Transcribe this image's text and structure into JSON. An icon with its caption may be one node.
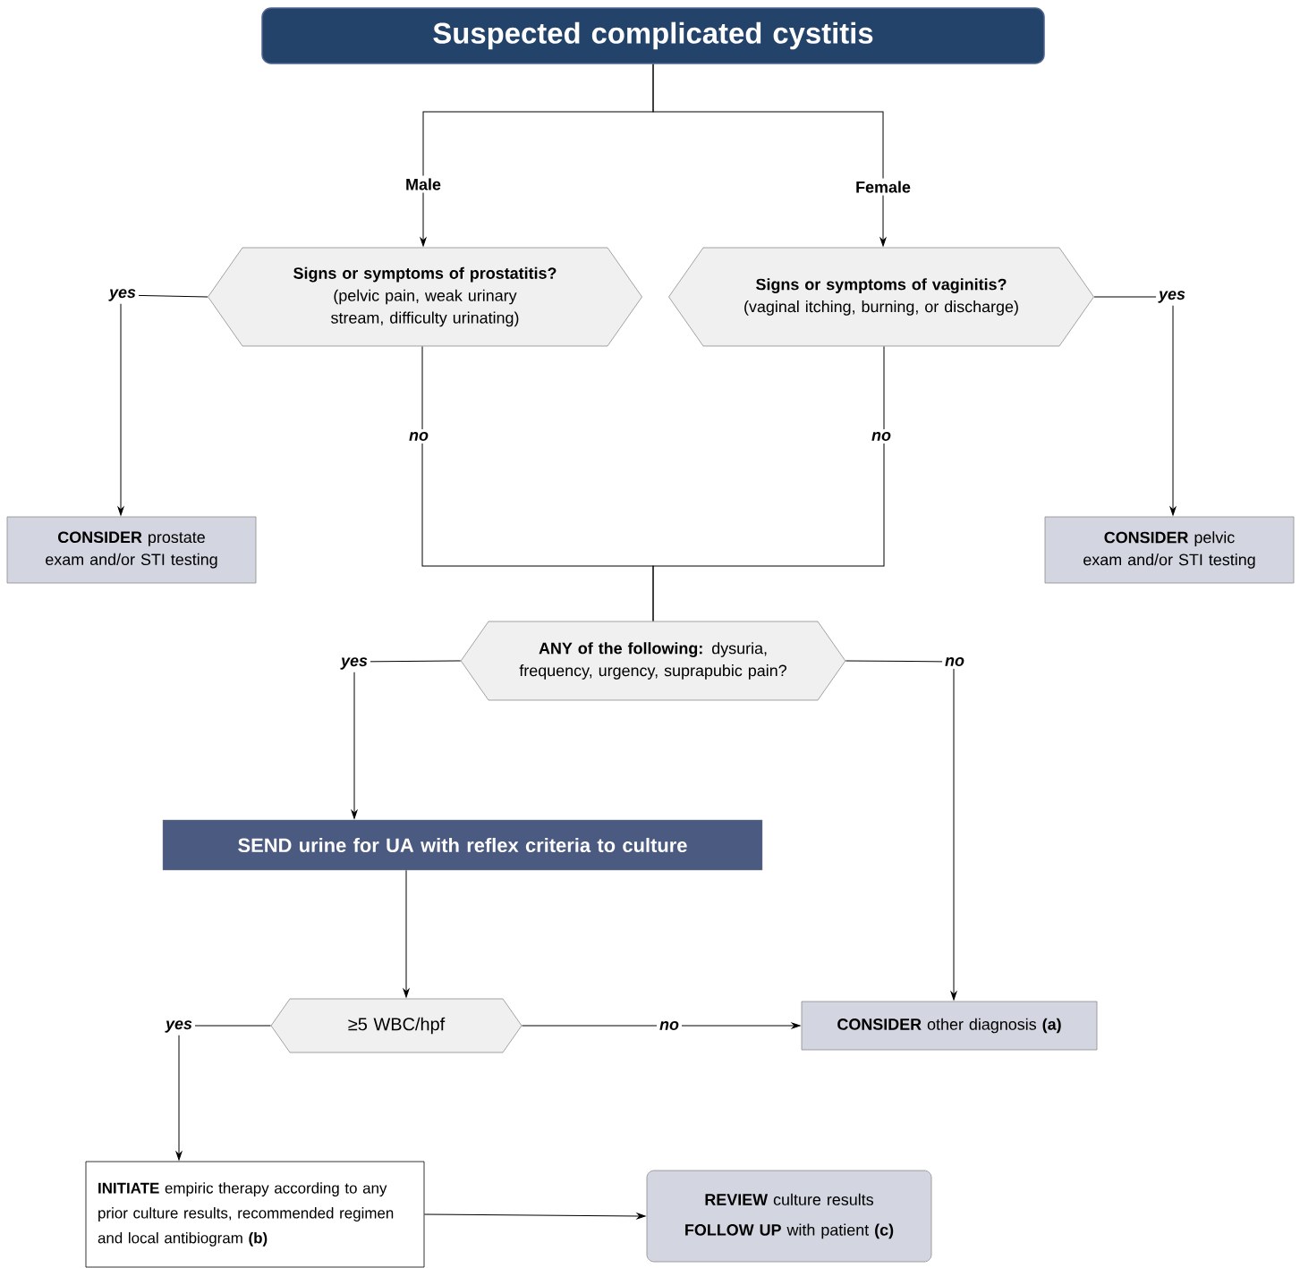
{
  "diagram": {
    "nodes": [
      {
        "text": [
          "Suspected complicated cystitis"
        ]
      },
      {
        "text": [
          "Signs or symptoms of prostatitis?",
          "(pelvic pain, weak urinary stream, difficulty urinating)"
        ]
      },
      {
        "text": [
          "Signs or symptoms of vaginitis?",
          "(vaginal itching, burning, or discharge)"
        ]
      },
      {
        "text": [
          "**CONSIDER** prostate exam and/or STI testing"
        ]
      },
      {
        "text": [
          "**CONSIDER** pelvic exam and/or STI testing"
        ]
      },
      {
        "text": [
          "**ANY of the following:** dysuria, frequency, urgency, suprapubic pain?"
        ]
      },
      {
        "text": [
          "SEND urine for UA with reflex criteria to culture"
        ]
      },
      {
        "text": [
          "≥5 WBC/hpf"
        ]
      },
      {
        "text": [
          "**CONSIDER** other diagnosis **(a)**"
        ]
      },
      {
        "text": [
          "**INITIATE** empiric therapy according to any prior culture results, recommended regimen and local antibiogram **(b)**"
        ]
      },
      {
        "text": [
          "**REVIEW** culture results",
          "**FOLLOW UP** with patient **(c)**"
        ]
      }
    ],
    "edges": [
      {
        "from": 0,
        "to": 1,
        "arrow": "to",
        "label": "Male"
      },
      {
        "from": 0,
        "to": 2,
        "arrow": "to",
        "label": "Female"
      },
      {
        "from": 1,
        "to": 3,
        "arrow": "to",
        "label": "yes"
      },
      {
        "from": 2,
        "to": 4,
        "arrow": "to",
        "label": "yes"
      },
      {
        "from": 1,
        "to": 5,
        "arrow": "none",
        "label": "no"
      },
      {
        "from": 2,
        "to": 5,
        "arrow": "none",
        "label": "no"
      },
      {
        "from": 5,
        "to": 6,
        "arrow": "to",
        "label": "yes"
      },
      {
        "from": 5,
        "to": 8,
        "arrow": "to",
        "label": "no"
      },
      {
        "from": 6,
        "to": 7,
        "arrow": "to"
      },
      {
        "from": 7,
        "to": 8,
        "arrow": "to",
        "label": "no"
      },
      {
        "from": 7,
        "to": 9,
        "arrow": "to",
        "label": "yes"
      },
      {
        "from": 9,
        "to": 10,
        "arrow": "to"
      }
    ]
  }
}
